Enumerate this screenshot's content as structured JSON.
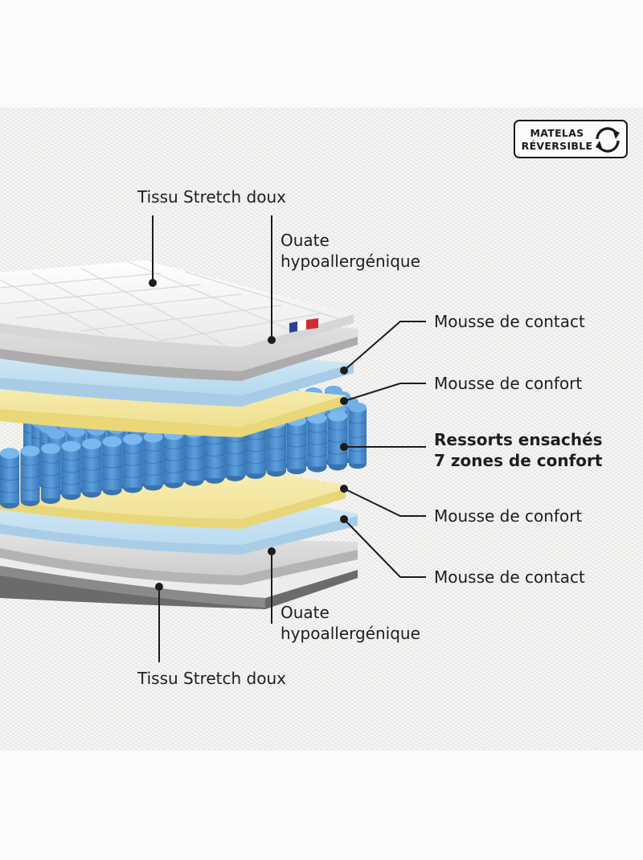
{
  "badge": {
    "line1": "MATELAS",
    "line2": "RÉVERSIBLE",
    "icon": "reverse-arrows-icon"
  },
  "labels": {
    "tissu_top": "Tissu Stretch doux",
    "ouate_top_line1": "Ouate",
    "ouate_top_line2": "hypoallergénique",
    "contact_top": "Mousse de contact",
    "confort_top": "Mousse de confort",
    "ressorts_line1": "Ressorts ensachés",
    "ressorts_line2": "7 zones de confort",
    "confort_bottom": "Mousse de confort",
    "contact_bottom": "Mousse de contact",
    "ouate_bottom_line1": "Ouate",
    "ouate_bottom_line2": "hypoallergénique",
    "tissu_bottom": "Tissu Stretch doux"
  },
  "colors": {
    "fabric": "#f3f3f3",
    "wadding": "#d4d4d4",
    "contact_foam": "#c4e0f0",
    "comfort_foam": "#f4e9a4",
    "springs": "#4d8fce",
    "flag_blue": "#2a3f9a",
    "flag_red": "#d42a33"
  }
}
